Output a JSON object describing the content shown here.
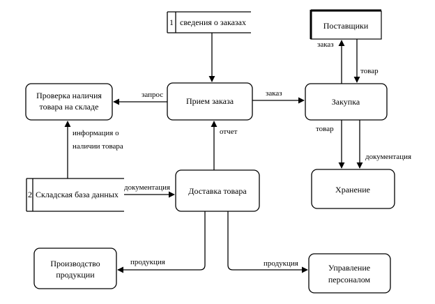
{
  "processes": {
    "check_stock": {
      "line1": "Проверка наличия",
      "line2": "товара на складе"
    },
    "order_intake": {
      "label": "Прием заказа"
    },
    "purchase": {
      "label": "Закупка"
    },
    "storage": {
      "label": "Хранение"
    },
    "delivery": {
      "label": "Доставка товара"
    },
    "production": {
      "line1": "Производство",
      "line2": "продукции"
    },
    "personnel": {
      "line1": "Управление",
      "line2": "персоналом"
    }
  },
  "externals": {
    "suppliers": {
      "label": "Поставщики"
    }
  },
  "stores": {
    "orders_info": {
      "number": "1",
      "label": "сведения о заказах"
    },
    "warehouse_db": {
      "number": "2",
      "label": "Складская база данных"
    }
  },
  "flows": {
    "request": "запрос",
    "order_to_purchase": "заказ",
    "order_to_suppliers": "заказ",
    "goods_from_suppliers": "товар",
    "goods_to_storage": "товар",
    "docs_to_storage": "документация",
    "stock_info_line1": "информация о",
    "stock_info_line2": "наличии товара",
    "docs_to_delivery": "документация",
    "report": "отчет",
    "products_to_production": "продукция",
    "products_to_personnel": "продукция"
  }
}
